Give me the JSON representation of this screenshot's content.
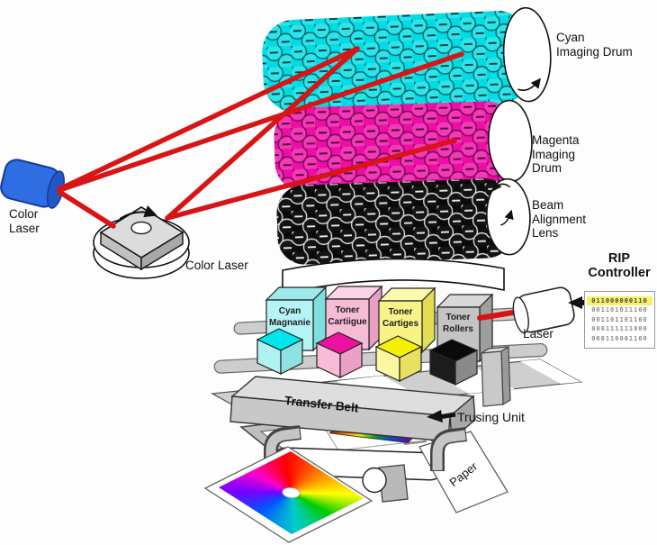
{
  "labels": {
    "cyan_drum": "Cyan\nImaging Drum",
    "magenta_drum": "Magenta\nImaging\nDrum",
    "beam_lens": "Beam\nAlignment\nLens",
    "color_laser": "Color\nLaser",
    "color_laser_mirror": "Color Laser",
    "rip_controller": "RIP\nController",
    "laser": "Laser",
    "transfer_belt": "Transfer Belt",
    "fusing_unit": "Trusing Unit",
    "paper": "Paper"
  },
  "cartridges": [
    {
      "name": "cyan",
      "label": "Cyan\nMagnanie",
      "box_color": "#b4f4f4",
      "cube_color": "#00e6ea"
    },
    {
      "name": "magenta",
      "label": "Toner\nCartiigue",
      "box_color": "#f6bcd6",
      "cube_color": "#ee119d"
    },
    {
      "name": "yellow",
      "label": "Toner\nCartiges",
      "box_color": "#f7f386",
      "cube_color": "#f6ef06"
    },
    {
      "name": "black",
      "label": "Toner\nRollers",
      "box_color": "#c4c4c4",
      "cube_color": "#0a0a0a"
    }
  ],
  "rip_controller": {
    "binary_rows": [
      "011000000110",
      "001101011100",
      "001101101100",
      "000111111000",
      "000110001100"
    ],
    "highlight_color": "#f8f068"
  },
  "colors": {
    "laser_beam_red": "#d81414",
    "cyan_drum": "#00dce4",
    "magenta_drum": "#ee0da5",
    "black_drum": "#0a0a0a",
    "laser_body_blue": "#2e6de2",
    "machine_gray": "#c9c9c9"
  }
}
